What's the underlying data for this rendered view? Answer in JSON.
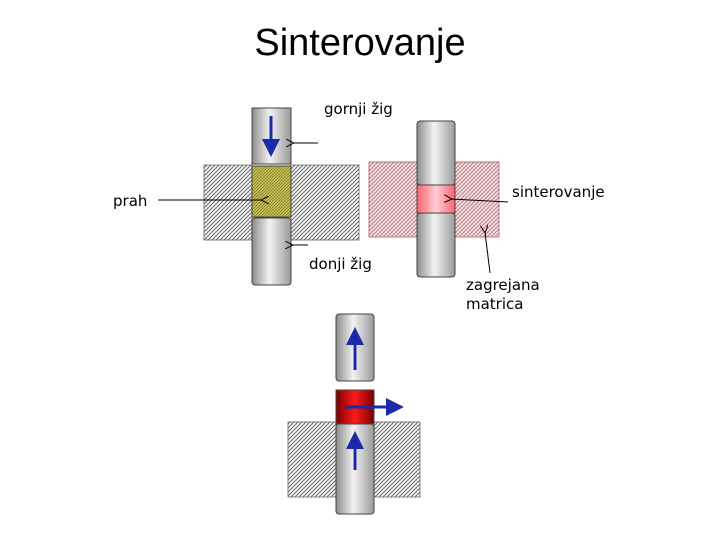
{
  "title": "Sinterovanje",
  "labels": {
    "upper_punch": "gornji žig",
    "powder": "prah",
    "lower_punch": "donji žig",
    "sintering": "sinterovanje",
    "heated_die_line1": "zagrejana",
    "heated_die_line2": "matrica"
  },
  "colors": {
    "punch": "#b8b8b8",
    "powder": "#c8c060",
    "heated_zone_light": "#f4a0a8",
    "heated_zone_dark": "#cc0000",
    "arrow": "#1a2aa8",
    "die_hatch": "#555555"
  }
}
